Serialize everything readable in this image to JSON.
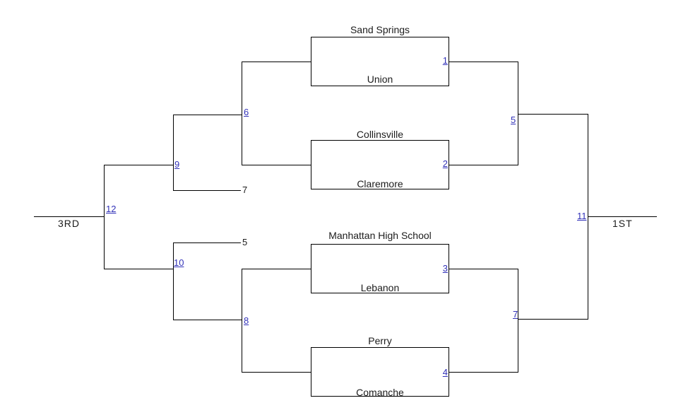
{
  "colors": {
    "background": "#ffffff",
    "line": "#000000",
    "text": "#1c1c1c",
    "link": "#3232b8"
  },
  "matches": {
    "m1": {
      "number": "1",
      "top_team": "Sand Springs",
      "bottom_team": "Union"
    },
    "m2": {
      "number": "2",
      "top_team": "Collinsville",
      "bottom_team": "Claremore"
    },
    "m3": {
      "number": "3",
      "top_team": "Manhattan High School",
      "bottom_team": "Lebanon"
    },
    "m4": {
      "number": "4",
      "top_team": "Perry",
      "bottom_team": "Comanche"
    },
    "m5": {
      "number": "5"
    },
    "m6": {
      "number": "6"
    },
    "m7": {
      "number": "7"
    },
    "m8": {
      "number": "8"
    },
    "m9": {
      "number": "9"
    },
    "m10": {
      "number": "10"
    },
    "m11": {
      "number": "11"
    },
    "m12": {
      "number": "12"
    }
  },
  "drop_ins": {
    "loser_of_5": "5",
    "loser_of_7": "7"
  },
  "placements": {
    "first": "1ST",
    "third": "3RD"
  }
}
